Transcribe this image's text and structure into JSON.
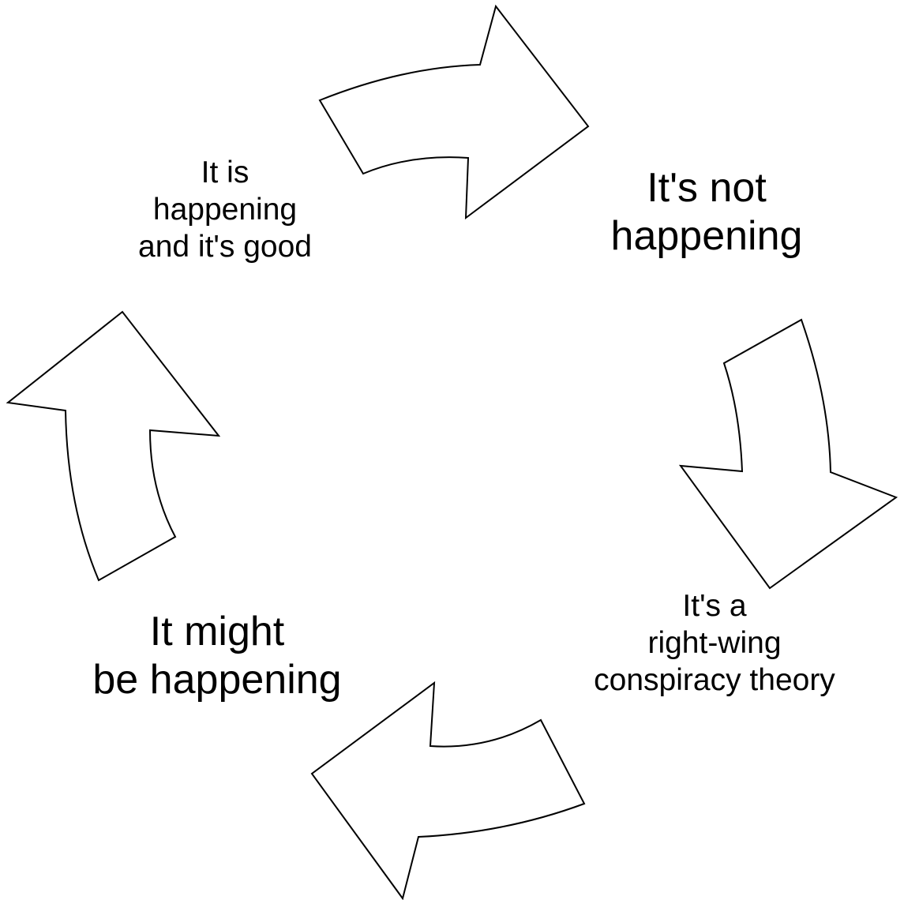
{
  "cycle": {
    "stage_1": {
      "lines": [
        "It is",
        "happening",
        "and it's good"
      ]
    },
    "stage_2": {
      "lines": [
        "It's not",
        "happening"
      ]
    },
    "stage_3": {
      "lines": [
        "It's a",
        "right-wing",
        "conspiracy theory"
      ]
    },
    "stage_4": {
      "lines": [
        "It might",
        "be happening"
      ]
    }
  },
  "colors": {
    "stroke": "#000000",
    "fill": "#ffffff",
    "background": "#ffffff"
  },
  "icons": [
    "curved-arrow-icon"
  ]
}
